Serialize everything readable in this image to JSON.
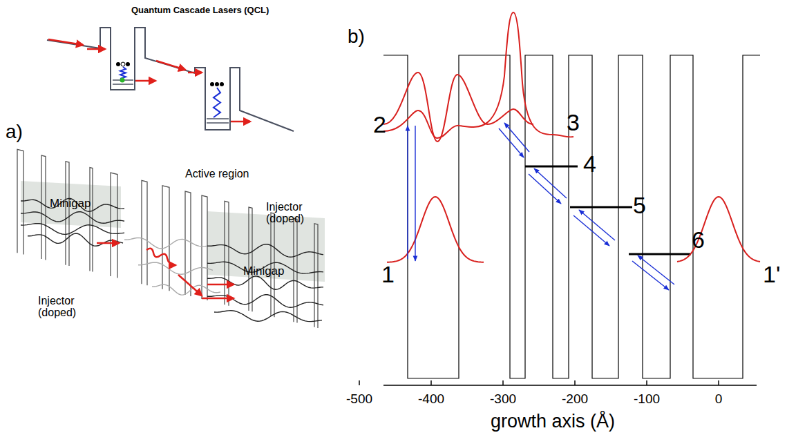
{
  "diagram": {
    "title": "Quantum Cascade Lasers (QCL)",
    "labels": [
      "a)",
      "b)",
      "Minigap",
      "Injector (doped)",
      "Active region",
      "Injector (doped)",
      "Minigap",
      "2",
      "3",
      "4",
      "5",
      "6",
      "1",
      "1'",
      "-500",
      "-400",
      "-300",
      "-200",
      "-100",
      "0",
      "growth axis (Å)"
    ]
  }
}
